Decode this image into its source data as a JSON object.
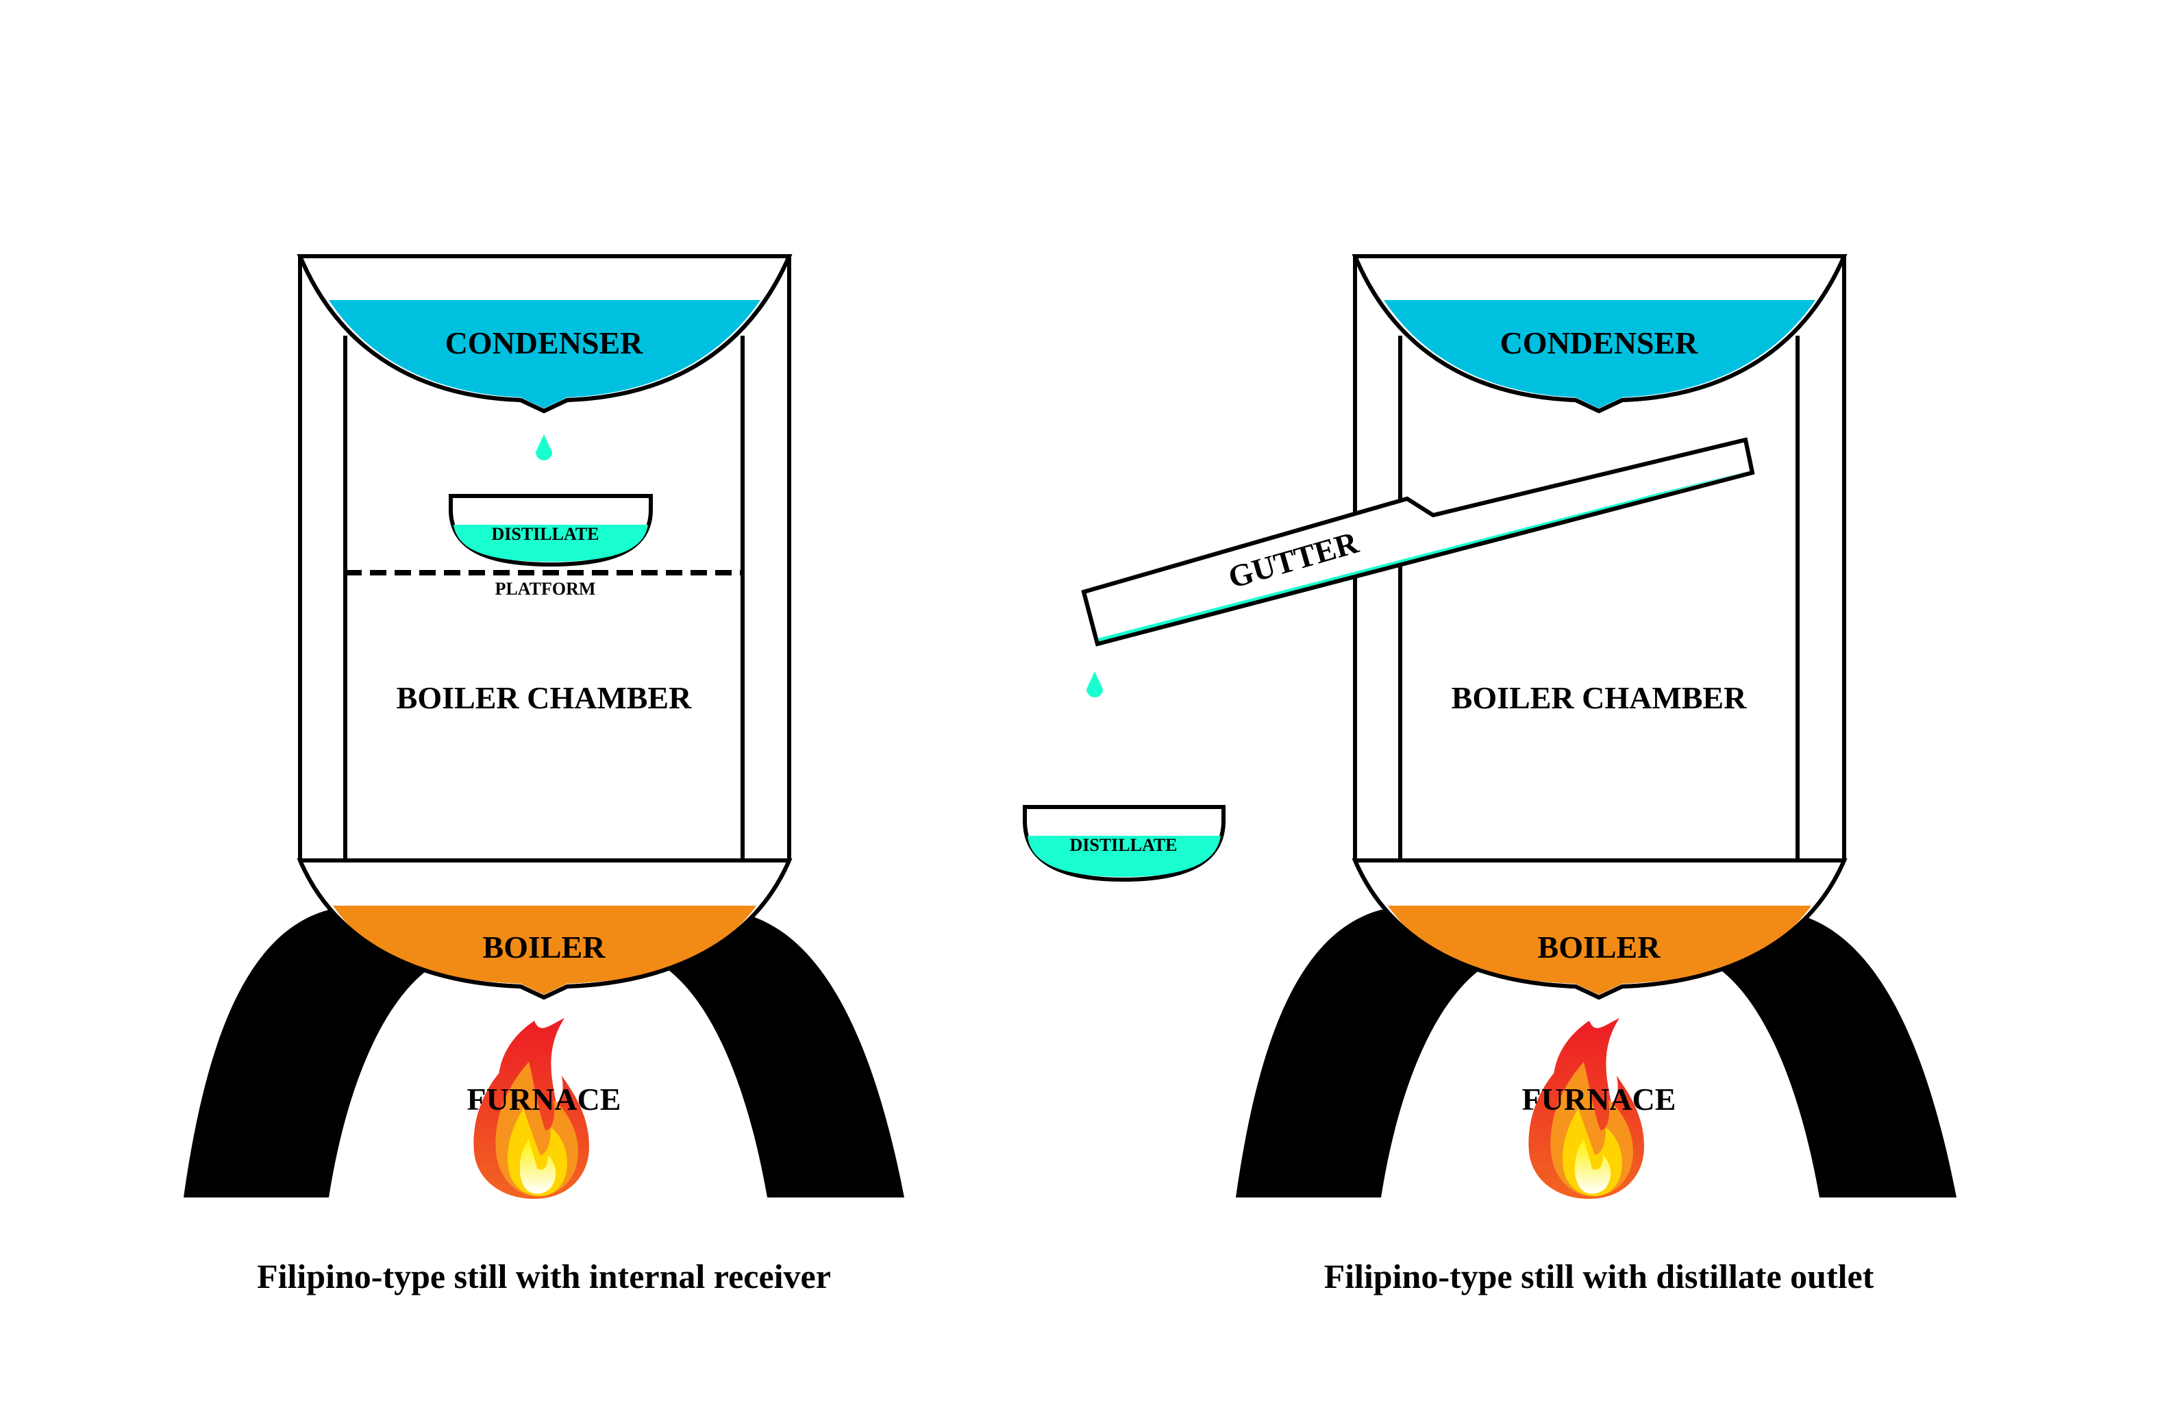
{
  "colors": {
    "condenser": "#00c0e0",
    "distillate": "#1affd0",
    "boiler": "#f28a16",
    "stand": "#000000",
    "flame_outer": "#ee3a24",
    "flame_mid": "#f7941d",
    "flame_inner": "#ffe000",
    "flame_core": "#fff8b0"
  },
  "left_still": {
    "condenser_label": "CONDENSER",
    "distillate_label": "DISTILLATE",
    "platform_label": "PLATFORM",
    "chamber_label": "BOILER CHAMBER",
    "boiler_label": "BOILER",
    "furnace_label": "FURNACE",
    "caption": "Filipino-type still with internal receiver"
  },
  "right_still": {
    "condenser_label": "CONDENSER",
    "gutter_label": "GUTTER",
    "distillate_label": "DISTILLATE",
    "chamber_label": "BOILER CHAMBER",
    "boiler_label": "BOILER",
    "furnace_label": "FURNACE",
    "caption": "Filipino-type still with distillate outlet"
  }
}
